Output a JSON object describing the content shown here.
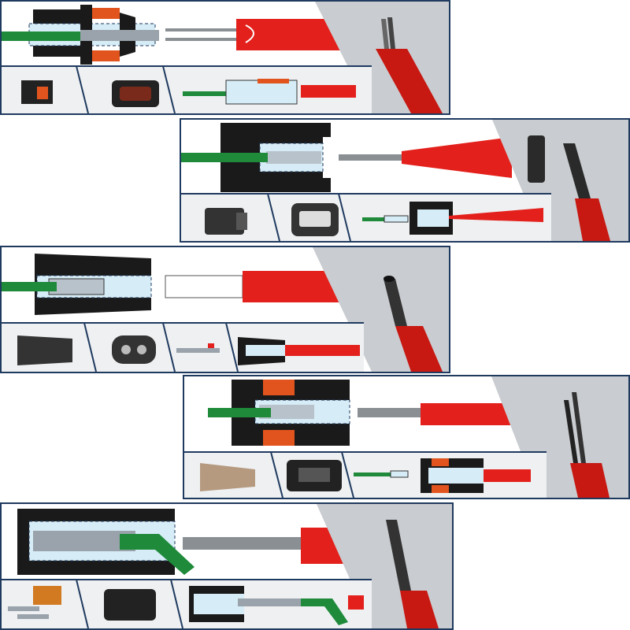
{
  "figure": {
    "panels": [
      {
        "id": 1,
        "tool_tip": "dual-prong"
      },
      {
        "id": 2,
        "tool_tip": "slotted-tube"
      },
      {
        "id": 3,
        "tool_tip": "round-tube"
      },
      {
        "id": 4,
        "tool_tip": "dual-prong"
      },
      {
        "id": 5,
        "tool_tip": "half-tube"
      }
    ],
    "colors": {
      "frame": "#1f3a5f",
      "tool_red": "#e3201b",
      "wire_green": "#1e8a3a",
      "connector_black": "#1a1a1a",
      "seal_orange": "#e2541d",
      "cavity_blue": "#d6ecf6",
      "strip_bg": "#eef0f2",
      "photo_bg": "#c9ccd0"
    }
  }
}
